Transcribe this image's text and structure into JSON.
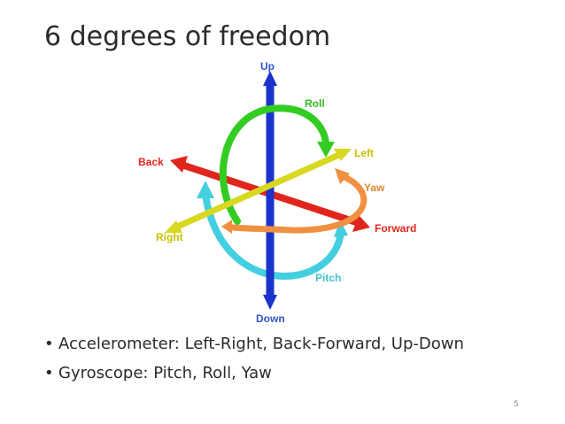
{
  "slide": {
    "title": "6 degrees of freedom",
    "page_number": "5"
  },
  "diagram": {
    "labels": {
      "up": "Up",
      "down": "Down",
      "roll": "Roll",
      "left": "Left",
      "back": "Back",
      "yaw": "Yaw",
      "forward": "Forward",
      "right": "Right",
      "pitch": "Pitch"
    },
    "colors": {
      "up_down": "#1a33cc",
      "back_forward": "#e0261c",
      "left_right": "#d8d820",
      "roll": "#33cc22",
      "yaw": "#f09040",
      "pitch": "#44cfe0",
      "label_up_down": "#3355cc",
      "label_back_forward": "#e0261c",
      "label_left_right": "#c8c000",
      "label_roll": "#33bb22",
      "label_yaw": "#e08830",
      "label_pitch": "#44bfd0"
    }
  },
  "bullets": [
    {
      "marker": "•",
      "text": "Accelerometer: Left-Right, Back-Forward, Up-Down"
    },
    {
      "marker": "•",
      "text": "Gyroscope: Pitch, Roll, Yaw"
    }
  ]
}
